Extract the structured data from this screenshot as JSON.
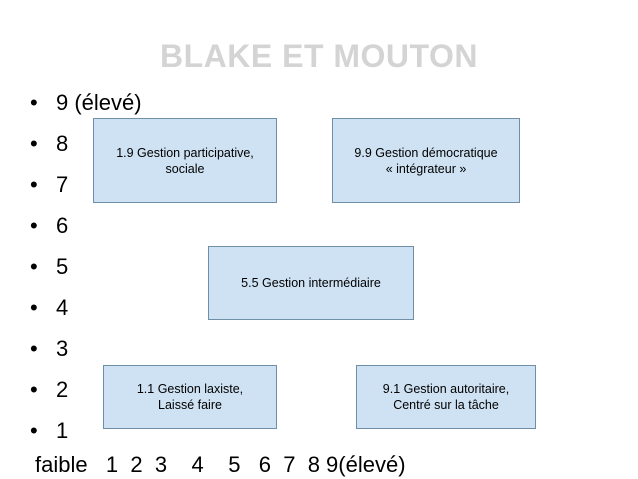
{
  "slide": {
    "title": "BLAKE ET MOUTON"
  },
  "y_axis": {
    "bullet": "•",
    "items": [
      {
        "label": "9 (élevé)"
      },
      {
        "label": "8"
      },
      {
        "label": "7"
      },
      {
        "label": "6"
      },
      {
        "label": "5"
      },
      {
        "label": "4"
      },
      {
        "label": "3"
      },
      {
        "label": "2"
      },
      {
        "label": "1"
      }
    ]
  },
  "x_axis": {
    "label": "faible   1  2  3    4    5   6  7  8 9(élevé)"
  },
  "boxes": {
    "b19": {
      "text": "1.9 Gestion participative,\nsociale"
    },
    "b99": {
      "text": "9.9 Gestion démocratique\n« intégrateur »"
    },
    "b55": {
      "text": "5.5 Gestion intermédiaire"
    },
    "b11": {
      "text": "1.1 Gestion laxiste,\nLaissé faire"
    },
    "b91": {
      "text": "9.1 Gestion autoritaire,\nCentré sur la tâche"
    }
  },
  "colors": {
    "box_fill": "#cfe2f3",
    "box_border": "#6f8ea8",
    "title": "#d4d4d4"
  }
}
